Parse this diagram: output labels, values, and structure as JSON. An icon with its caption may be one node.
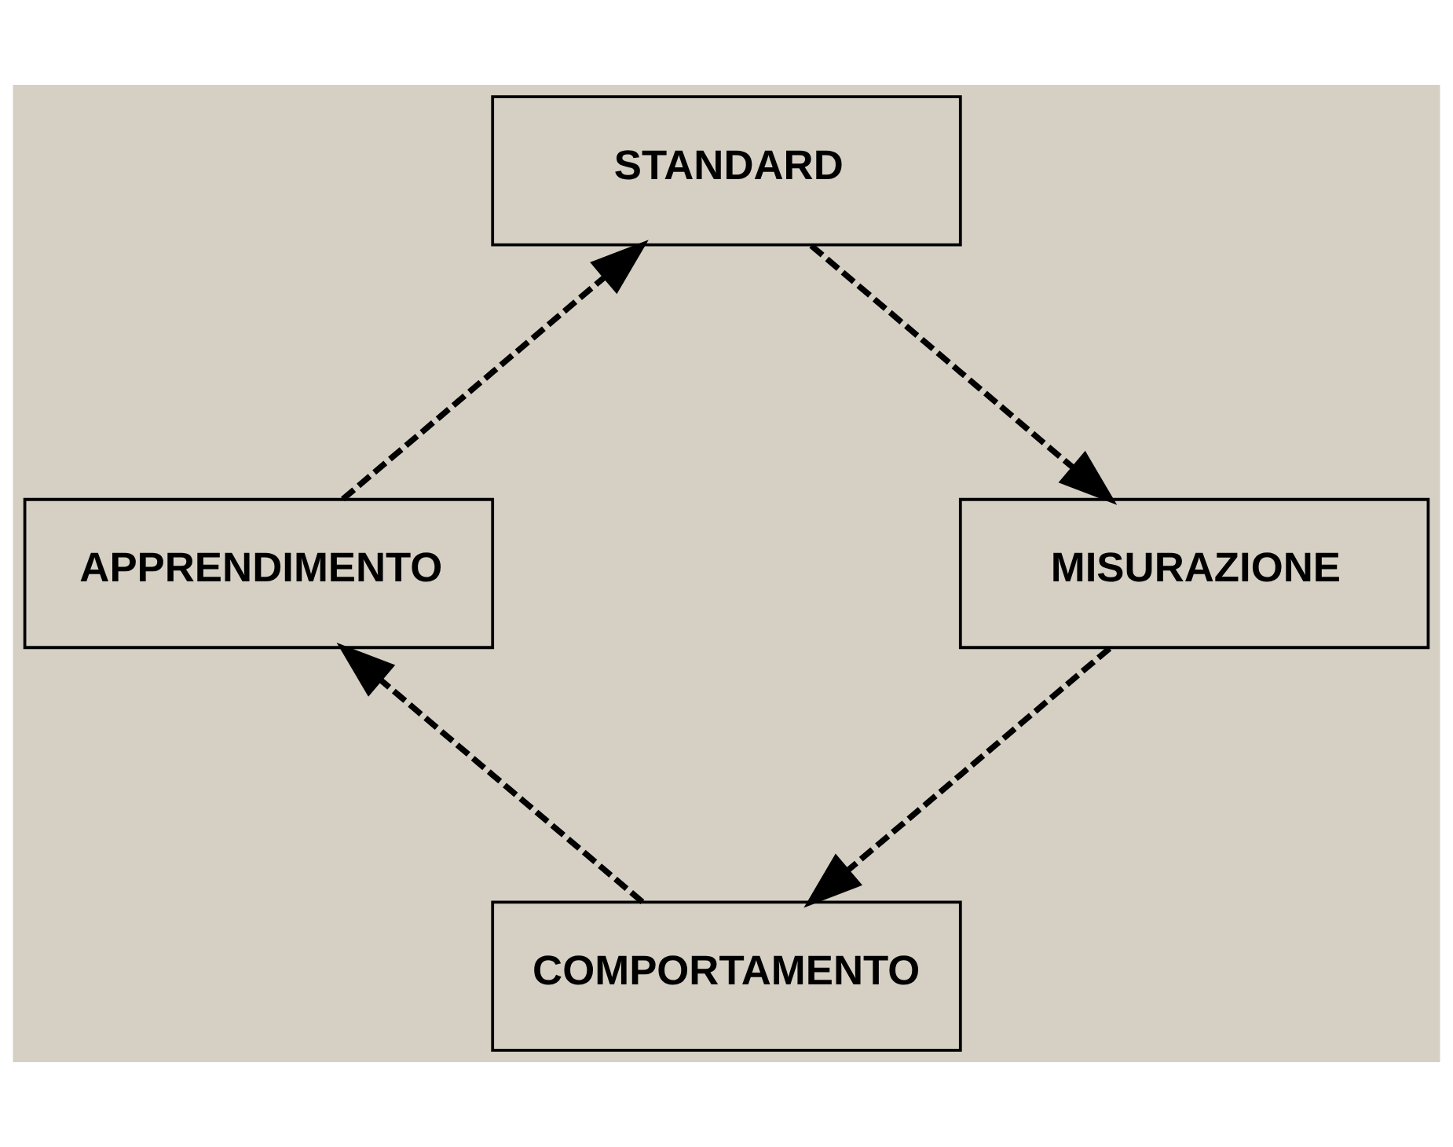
{
  "diagram": {
    "nodes": [
      {
        "text": [
          "STANDARD"
        ]
      },
      {
        "text": [
          "MISURAZIONE"
        ]
      },
      {
        "text": [
          "COMPORTAMENTO"
        ]
      },
      {
        "text": [
          "APPRENDIMENTO"
        ]
      }
    ],
    "edges": [
      {
        "from": 0,
        "to": 1,
        "arrow": "to",
        "style": "dashed"
      },
      {
        "from": 1,
        "to": 2,
        "arrow": "to",
        "style": "dashed"
      },
      {
        "from": 2,
        "to": 3,
        "arrow": "to",
        "style": "dashed"
      },
      {
        "from": 3,
        "to": 0,
        "arrow": "to",
        "style": "dashed"
      }
    ]
  }
}
